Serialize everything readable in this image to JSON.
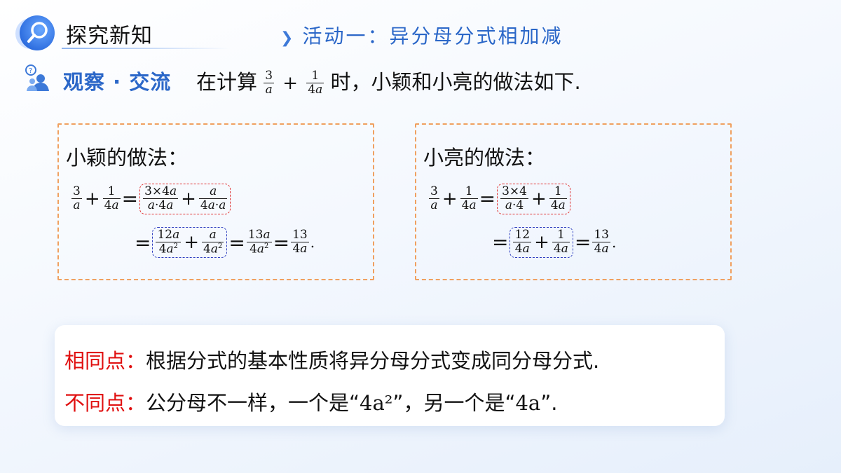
{
  "header": {
    "section_title": "探究新知",
    "activity": "活动一：异分母分式相加减"
  },
  "observe": {
    "label": "观察 · 交流",
    "intro_before": "在计算",
    "intro_after": "时，小颖和小亮的做法如下."
  },
  "left_box": {
    "title": "小颖的做法："
  },
  "right_box": {
    "title": "小亮的做法："
  },
  "summary": {
    "same_key": "相同点：",
    "same_text": "根据分式的基本性质将异分母分式变成同分母分式.",
    "diff_key": "不同点：",
    "diff_text_1": "公分母不一样，一个是“",
    "diff_expr_1": "4a²",
    "diff_text_2": "”，另一个是“",
    "diff_expr_2": "4a",
    "diff_text_3": "”."
  },
  "colors": {
    "accent_blue": "#2b67c8",
    "dashed_orange": "#f0a060",
    "highlight_red": "#e01010"
  }
}
